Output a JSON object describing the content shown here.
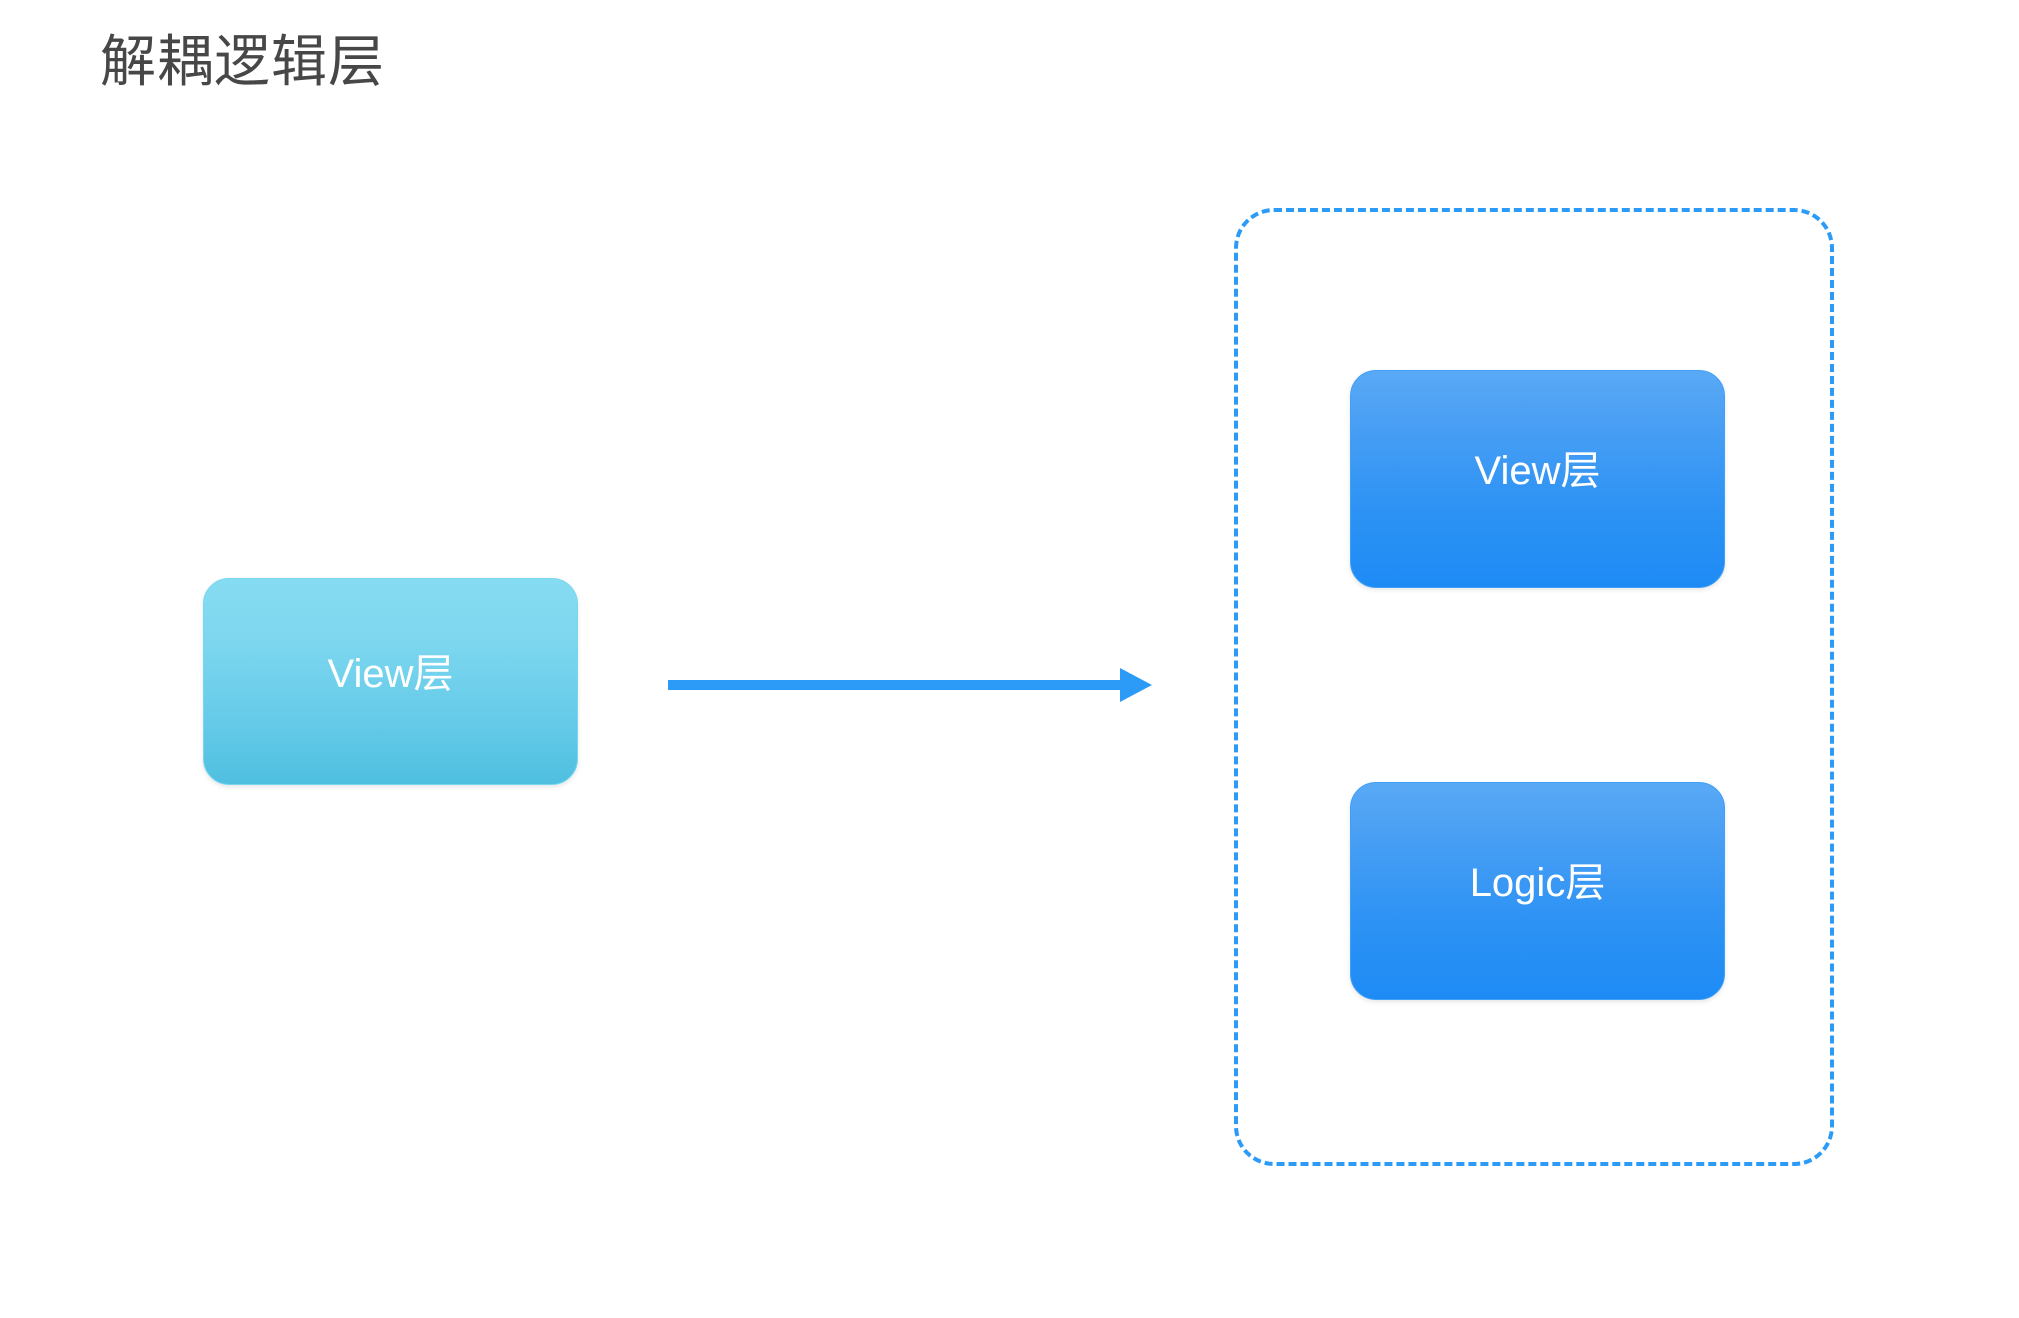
{
  "page": {
    "title": "解耦逻辑层",
    "background_color": "#ffffff",
    "title_color": "#474747"
  },
  "diagram": {
    "type": "before-after-flow",
    "before": {
      "node": {
        "label": "View层",
        "fill_top": "#85DCF2",
        "fill_bottom": "#4FBFE0",
        "text_color": "#ffffff"
      }
    },
    "connector": {
      "kind": "arrow-right",
      "color": "#2C9BF7",
      "label": ""
    },
    "after": {
      "container": {
        "border_style": "dashed",
        "border_color": "#2C9BF7",
        "label": ""
      },
      "nodes": [
        {
          "label": "View层",
          "fill_top": "#59A9F5",
          "fill_bottom": "#1E8BF5",
          "text_color": "#ffffff"
        },
        {
          "label": "Logic层",
          "fill_top": "#59A9F5",
          "fill_bottom": "#1E8BF5",
          "text_color": "#ffffff"
        }
      ]
    }
  }
}
